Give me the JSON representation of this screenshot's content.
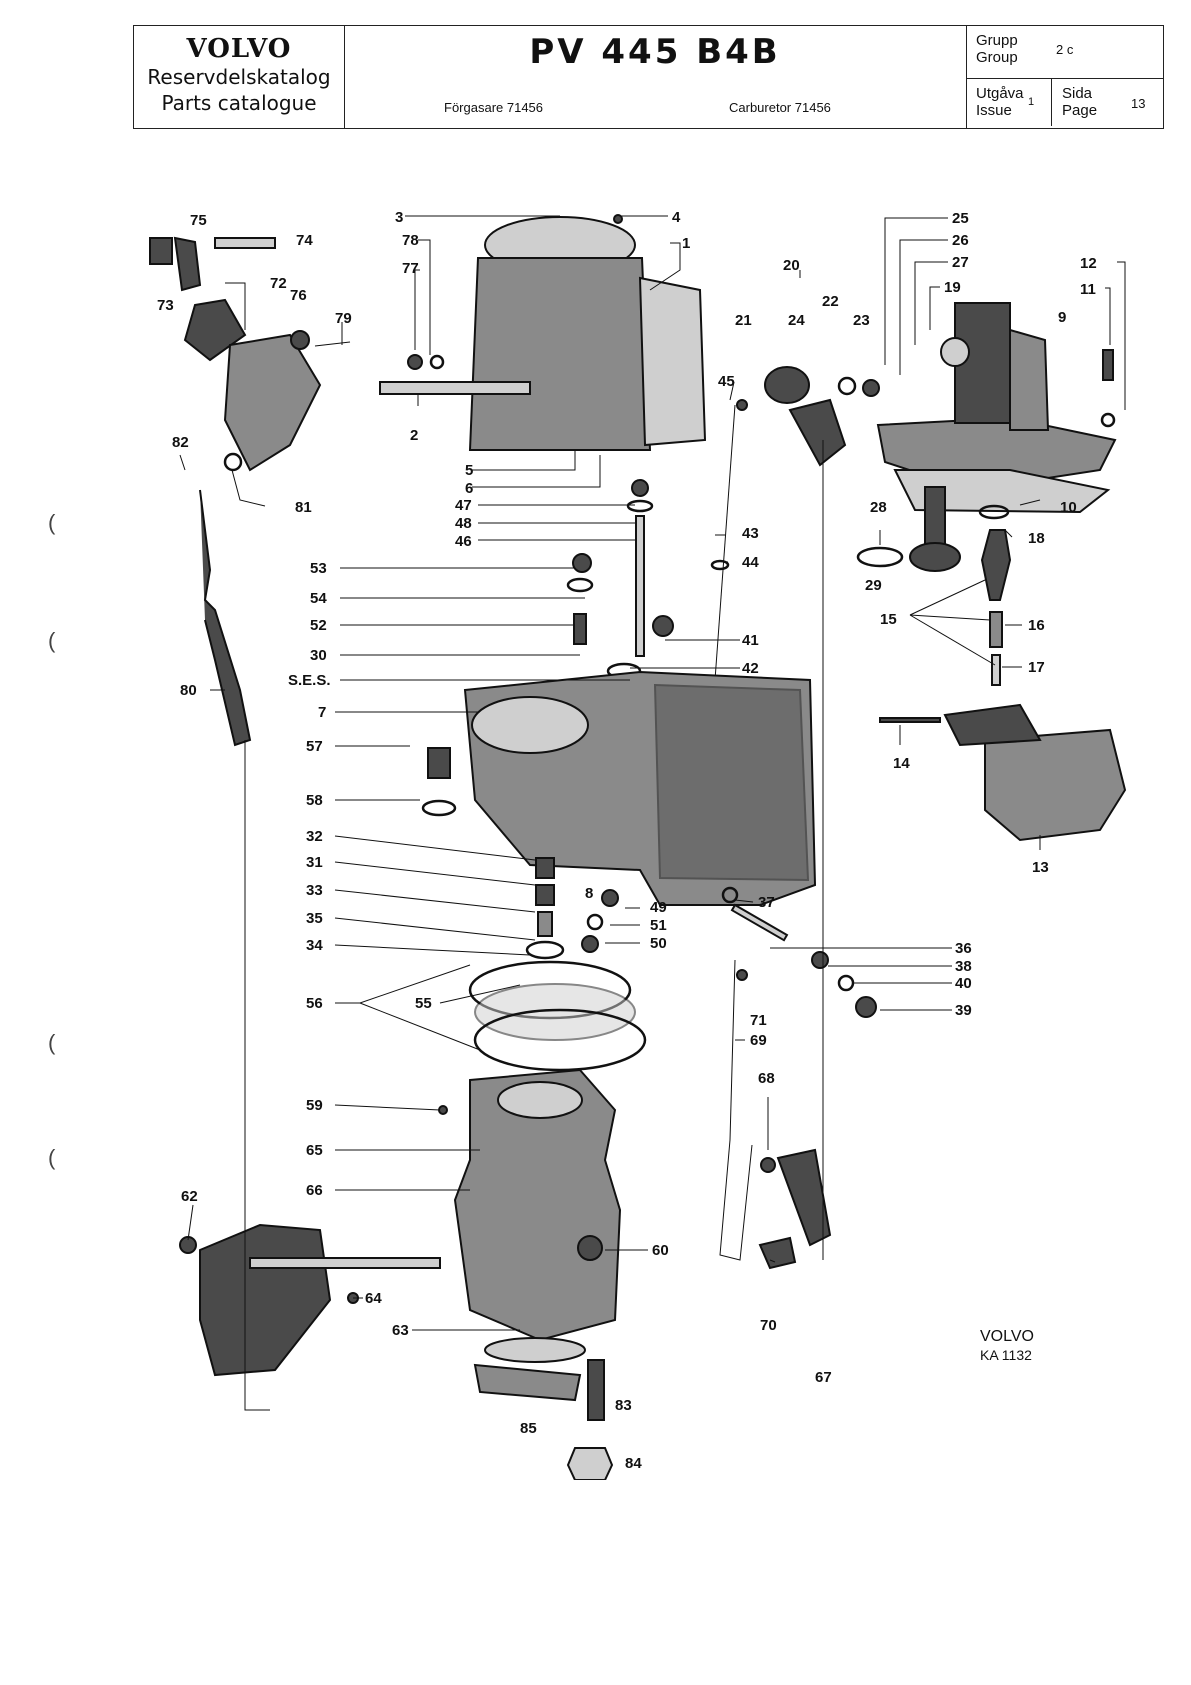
{
  "header": {
    "brand": "VOLVO",
    "subtitle_swedish": "Reservdelskatalog",
    "subtitle_english": "Parts catalogue",
    "model": "PV 445 B4B",
    "title_swedish": "Förgasare 71456",
    "title_english": "Carburetor 71456",
    "group_label_swedish": "Grupp",
    "group_label_english": "Group",
    "group_value": "2 c",
    "issue_label_swedish": "Utgåva",
    "issue_label_english": "Issue",
    "issue_value": "1",
    "page_label_swedish": "Sida",
    "page_label_english": "Page",
    "page_value": "13"
  },
  "callouts": {
    "c1": "1",
    "c2": "2",
    "c3": "3",
    "c4": "4",
    "c5": "5",
    "c6": "6",
    "c7": "7",
    "c8": "8",
    "c9": "9",
    "c10": "10",
    "c11": "11",
    "c12": "12",
    "c13": "13",
    "c14": "14",
    "c15": "15",
    "c16": "16",
    "c17": "17",
    "c18": "18",
    "c19": "19",
    "c20": "20",
    "c21": "21",
    "c22": "22",
    "c23": "23",
    "c24": "24",
    "c25": "25",
    "c26": "26",
    "c27": "27",
    "c28": "28",
    "c29": "29",
    "c30": "30",
    "c31": "31",
    "c32": "32",
    "c33": "33",
    "c34": "34",
    "c35": "35",
    "c36": "36",
    "c37": "37",
    "c38": "38",
    "c39": "39",
    "c40": "40",
    "c41": "41",
    "c42": "42",
    "c43": "43",
    "c44": "44",
    "c45": "45",
    "c46": "46",
    "c47": "47",
    "c48": "48",
    "c49": "49",
    "c50": "50",
    "c51": "51",
    "c52": "52",
    "c53": "53",
    "c54": "54",
    "c55": "55",
    "c56": "56",
    "c57": "57",
    "c58": "58",
    "c59": "59",
    "c60": "60",
    "c62": "62",
    "c63": "63",
    "c64": "64",
    "c65": "65",
    "c66": "66",
    "c67": "67",
    "c68": "68",
    "c69": "69",
    "c70": "70",
    "c71": "71",
    "c72": "72",
    "c73": "73",
    "c74": "74",
    "c75": "75",
    "c76": "76",
    "c77": "77",
    "c78": "78",
    "c79": "79",
    "c80": "80",
    "c81": "81",
    "c82": "82",
    "c83": "83",
    "c84": "84",
    "c85": "85",
    "ses": "S.E.S."
  },
  "footer": {
    "brand": "VOLVO",
    "code": "KA 1132"
  }
}
